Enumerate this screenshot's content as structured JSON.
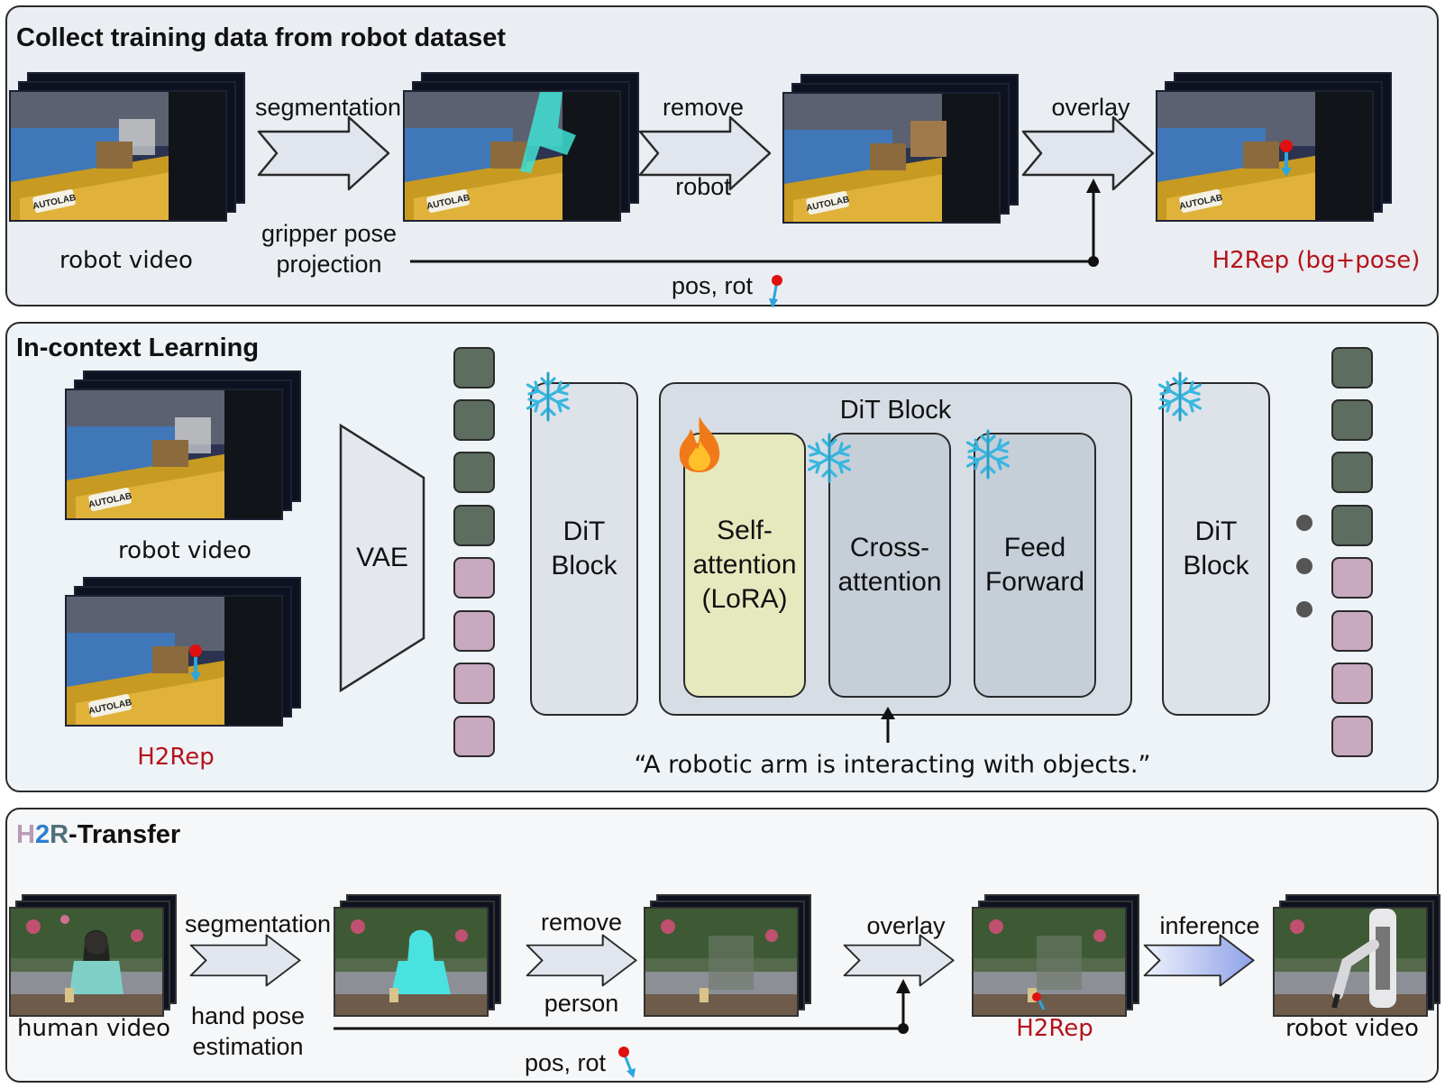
{
  "panel1": {
    "title": "Collect training data from robot dataset",
    "labels": {
      "robot_video": "robot video",
      "segmentation": "segmentation",
      "remove": "remove",
      "robot": "robot",
      "overlay": "overlay",
      "gripper_pose": "gripper pose",
      "projection": "projection",
      "pos_rot": "pos, rot",
      "h2rep_bg_pose": "H2Rep (bg+pose)"
    },
    "scene_text": "AUTOLAB"
  },
  "panel2": {
    "title": "In-context Learning",
    "labels": {
      "robot_video": "robot video",
      "h2rep": "H2Rep",
      "vae": "VAE",
      "dit_block_left": "DiT\nBlock",
      "dit_block_title": "DiT Block",
      "self_attention": "Self-\nattention\n(LoRA)",
      "cross_attention": "Cross-\nattention",
      "feed_forward": "Feed\nForward",
      "dit_block_right": "DiT\nBlock",
      "prompt": "“A robotic arm is interacting with objects.”"
    },
    "icons": [
      "snowflake-icon",
      "fire-icon"
    ]
  },
  "panel3": {
    "title_h": "H",
    "title_2": "2",
    "title_r": "R",
    "title_rest": "-Transfer",
    "labels": {
      "human_video": "human video",
      "segmentation": "segmentation",
      "hand_pose": "hand pose",
      "estimation": "estimation",
      "remove": "remove",
      "person": "person",
      "overlay": "overlay",
      "pos_rot": "pos, rot",
      "h2rep": "H2Rep",
      "inference": "inference",
      "robot_video": "robot video"
    }
  },
  "colors": {
    "panel_border": "#2a2a2a",
    "accent_red": "#b5121b",
    "token_green": "#5d6e60",
    "token_pink": "#c8a9c0",
    "lora_block": "#e6e9bd",
    "snowflake": "#37b6df",
    "title_h": "#b79ab6",
    "title_2": "#2f7fd0",
    "title_r": "#4f6f7a"
  }
}
